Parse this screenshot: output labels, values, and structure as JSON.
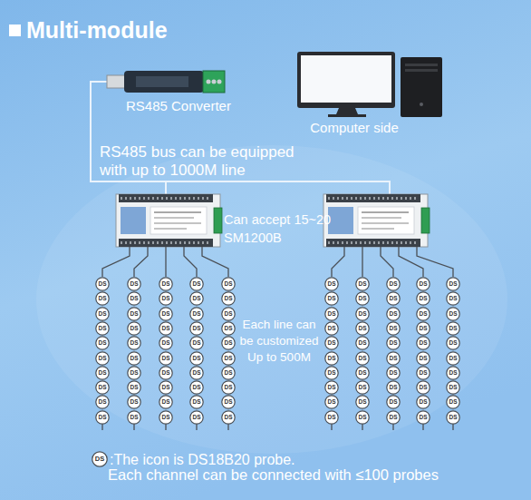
{
  "diagram": {
    "title": "Multi-module",
    "nodes": [
      {
        "text": [
          "RS485 Converter"
        ]
      },
      {
        "text": [
          "Computer side"
        ]
      },
      {
        "text": [
          "DS"
        ]
      },
      {
        "text": [
          "DS"
        ]
      },
      {
        "text": [
          "DS"
        ]
      },
      {
        "text": [
          "DS"
        ]
      },
      {
        "text": [
          "DS"
        ]
      },
      {
        "text": [
          "DS"
        ]
      },
      {
        "text": [
          "DS"
        ]
      },
      {
        "text": [
          "DS"
        ]
      },
      {
        "text": [
          "DS"
        ]
      },
      {
        "text": [
          "DS"
        ]
      },
      {
        "text": [
          "DS"
        ]
      },
      {
        "text": [
          "DS"
        ]
      },
      {
        "text": [
          "DS"
        ]
      },
      {
        "text": [
          "DS"
        ]
      },
      {
        "text": [
          "DS"
        ]
      },
      {
        "text": [
          "DS"
        ]
      },
      {
        "text": [
          "DS"
        ]
      },
      {
        "text": [
          "DS"
        ]
      },
      {
        "text": [
          "DS"
        ]
      },
      {
        "text": [
          "DS"
        ]
      },
      {
        "text": [
          "DS"
        ]
      },
      {
        "text": [
          "DS"
        ]
      },
      {
        "text": [
          "DS"
        ]
      },
      {
        "text": [
          "DS"
        ]
      },
      {
        "text": [
          "DS"
        ]
      },
      {
        "text": [
          "DS"
        ]
      },
      {
        "text": [
          "DS"
        ]
      },
      {
        "text": [
          "DS"
        ]
      },
      {
        "text": [
          "DS"
        ]
      },
      {
        "text": [
          "DS"
        ]
      },
      {
        "text": [
          "DS"
        ]
      },
      {
        "text": [
          "DS"
        ]
      },
      {
        "text": [
          "DS"
        ]
      },
      {
        "text": [
          "DS"
        ]
      },
      {
        "text": [
          "DS"
        ]
      },
      {
        "text": [
          "DS"
        ]
      },
      {
        "text": [
          "DS"
        ]
      },
      {
        "text": [
          "DS"
        ]
      },
      {
        "text": [
          "DS"
        ]
      },
      {
        "text": [
          "DS"
        ]
      },
      {
        "text": [
          "DS"
        ]
      },
      {
        "text": [
          "DS"
        ]
      },
      {
        "text": [
          "DS"
        ]
      },
      {
        "text": [
          "DS"
        ]
      },
      {
        "text": [
          "DS"
        ]
      },
      {
        "text": [
          "DS"
        ]
      },
      {
        "text": [
          "DS"
        ]
      },
      {
        "text": [
          "DS"
        ]
      },
      {
        "text": [
          "DS"
        ]
      },
      {
        "text": [
          "DS"
        ]
      },
      {
        "text": [
          "DS"
        ]
      },
      {
        "text": [
          "DS"
        ]
      },
      {
        "text": [
          "DS"
        ]
      },
      {
        "text": [
          "DS"
        ]
      },
      {
        "text": [
          "DS"
        ]
      },
      {
        "text": [
          "DS"
        ]
      },
      {
        "text": [
          "DS"
        ]
      },
      {
        "text": [
          "DS"
        ]
      },
      {
        "text": [
          "DS"
        ]
      },
      {
        "text": [
          "DS"
        ]
      },
      {
        "text": [
          "DS"
        ]
      },
      {
        "text": [
          "DS"
        ]
      },
      {
        "text": [
          "DS"
        ]
      },
      {
        "text": [
          "DS"
        ]
      },
      {
        "text": [
          "DS"
        ]
      },
      {
        "text": [
          "DS"
        ]
      },
      {
        "text": [
          "DS"
        ]
      },
      {
        "text": [
          "DS"
        ]
      },
      {
        "text": [
          "DS"
        ]
      },
      {
        "text": [
          "DS"
        ]
      },
      {
        "text": [
          "DS"
        ]
      },
      {
        "text": [
          "DS"
        ]
      },
      {
        "text": [
          "DS"
        ]
      },
      {
        "text": [
          "DS"
        ]
      },
      {
        "text": [
          "DS"
        ]
      },
      {
        "text": [
          "DS"
        ]
      },
      {
        "text": [
          "DS"
        ]
      },
      {
        "text": [
          "DS"
        ]
      },
      {
        "text": [
          "DS"
        ]
      },
      {
        "text": [
          "DS"
        ]
      },
      {
        "text": [
          "DS"
        ]
      },
      {
        "text": [
          "DS"
        ]
      },
      {
        "text": [
          "DS"
        ]
      },
      {
        "text": [
          "DS"
        ]
      },
      {
        "text": [
          "DS"
        ]
      },
      {
        "text": [
          "DS"
        ]
      },
      {
        "text": [
          "DS"
        ]
      },
      {
        "text": [
          "DS"
        ]
      },
      {
        "text": [
          "DS"
        ]
      },
      {
        "text": [
          "DS"
        ]
      },
      {
        "text": [
          "DS"
        ]
      },
      {
        "text": [
          "DS"
        ]
      },
      {
        "text": [
          "DS"
        ]
      },
      {
        "text": [
          "DS"
        ]
      },
      {
        "text": [
          "DS"
        ]
      },
      {
        "text": [
          "DS"
        ]
      },
      {
        "text": [
          "DS"
        ]
      },
      {
        "text": [
          "DS"
        ]
      },
      {
        "text": [
          "DS"
        ]
      },
      {
        "text": [
          "DS"
        ]
      },
      {
        "text": [
          "DS"
        ]
      }
    ],
    "edges": [
      {
        "from": 2,
        "to": 12,
        "arrow": "none"
      },
      {
        "from": 3,
        "to": 13,
        "arrow": "none"
      },
      {
        "from": 4,
        "to": 14,
        "arrow": "none"
      },
      {
        "from": 5,
        "to": 15,
        "arrow": "none"
      },
      {
        "from": 6,
        "to": 16,
        "arrow": "none"
      },
      {
        "from": 7,
        "to": 17,
        "arrow": "none"
      },
      {
        "from": 8,
        "to": 18,
        "arrow": "none"
      },
      {
        "from": 9,
        "to": 19,
        "arrow": "none"
      },
      {
        "from": 10,
        "to": 20,
        "arrow": "none"
      },
      {
        "from": 11,
        "to": 21,
        "arrow": "none"
      },
      {
        "from": 12,
        "to": 22,
        "arrow": "none"
      },
      {
        "from": 13,
        "to": 23,
        "arrow": "none"
      },
      {
        "from": 14,
        "to": 24,
        "arrow": "none"
      },
      {
        "from": 15,
        "to": 25,
        "arrow": "none"
      },
      {
        "from": 16,
        "to": 26,
        "arrow": "none"
      },
      {
        "from": 17,
        "to": 27,
        "arrow": "none"
      },
      {
        "from": 18,
        "to": 28,
        "arrow": "none"
      },
      {
        "from": 19,
        "to": 29,
        "arrow": "none"
      },
      {
        "from": 20,
        "to": 30,
        "arrow": "none"
      },
      {
        "from": 21,
        "to": 31,
        "arrow": "none"
      },
      {
        "from": 22,
        "to": 32,
        "arrow": "none"
      },
      {
        "from": 23,
        "to": 33,
        "arrow": "none"
      },
      {
        "from": 24,
        "to": 34,
        "arrow": "none"
      },
      {
        "from": 25,
        "to": 35,
        "arrow": "none"
      },
      {
        "from": 26,
        "to": 36,
        "arrow": "none"
      },
      {
        "from": 27,
        "to": 37,
        "arrow": "none"
      },
      {
        "from": 28,
        "to": 38,
        "arrow": "none"
      },
      {
        "from": 29,
        "to": 39,
        "arrow": "none"
      },
      {
        "from": 30,
        "to": 40,
        "arrow": "none"
      },
      {
        "from": 31,
        "to": 41,
        "arrow": "none"
      },
      {
        "from": 32,
        "to": 42,
        "arrow": "none"
      },
      {
        "from": 33,
        "to": 43,
        "arrow": "none"
      },
      {
        "from": 34,
        "to": 44,
        "arrow": "none"
      },
      {
        "from": 35,
        "to": 45,
        "arrow": "none"
      },
      {
        "from": 36,
        "to": 46,
        "arrow": "none"
      },
      {
        "from": 37,
        "to": 47,
        "arrow": "none"
      },
      {
        "from": 38,
        "to": 48,
        "arrow": "none"
      },
      {
        "from": 39,
        "to": 49,
        "arrow": "none"
      },
      {
        "from": 40,
        "to": 50,
        "arrow": "none"
      },
      {
        "from": 41,
        "to": 51,
        "arrow": "none"
      },
      {
        "from": 42,
        "to": 52,
        "arrow": "none"
      },
      {
        "from": 43,
        "to": 53,
        "arrow": "none"
      },
      {
        "from": 44,
        "to": 54,
        "arrow": "none"
      },
      {
        "from": 45,
        "to": 55,
        "arrow": "none"
      },
      {
        "from": 46,
        "to": 56,
        "arrow": "none"
      },
      {
        "from": 47,
        "to": 57,
        "arrow": "none"
      },
      {
        "from": 48,
        "to": 58,
        "arrow": "none"
      },
      {
        "from": 49,
        "to": 59,
        "arrow": "none"
      },
      {
        "from": 50,
        "to": 60,
        "arrow": "none"
      },
      {
        "from": 51,
        "to": 61,
        "arrow": "none"
      },
      {
        "from": 52,
        "to": 62,
        "arrow": "none"
      },
      {
        "from": 53,
        "to": 63,
        "arrow": "none"
      },
      {
        "from": 54,
        "to": 64,
        "arrow": "none"
      },
      {
        "from": 55,
        "to": 65,
        "arrow": "none"
      },
      {
        "from": 56,
        "to": 66,
        "arrow": "none"
      },
      {
        "from": 57,
        "to": 67,
        "arrow": "none"
      },
      {
        "from": 58,
        "to": 68,
        "arrow": "none"
      },
      {
        "from": 59,
        "to": 69,
        "arrow": "none"
      },
      {
        "from": 60,
        "to": 70,
        "arrow": "none"
      },
      {
        "from": 61,
        "to": 71,
        "arrow": "none"
      },
      {
        "from": 62,
        "to": 72,
        "arrow": "none"
      },
      {
        "from": 63,
        "to": 73,
        "arrow": "none"
      },
      {
        "from": 64,
        "to": 74,
        "arrow": "none"
      },
      {
        "from": 65,
        "to": 75,
        "arrow": "none"
      },
      {
        "from": 66,
        "to": 76,
        "arrow": "none"
      },
      {
        "from": 67,
        "to": 77,
        "arrow": "none"
      },
      {
        "from": 68,
        "to": 78,
        "arrow": "none"
      },
      {
        "from": 69,
        "to": 79,
        "arrow": "none"
      },
      {
        "from": 70,
        "to": 80,
        "arrow": "none"
      },
      {
        "from": 71,
        "to": 81,
        "arrow": "none"
      },
      {
        "from": 72,
        "to": 82,
        "arrow": "none"
      },
      {
        "from": 73,
        "to": 83,
        "arrow": "none"
      },
      {
        "from": 74,
        "to": 84,
        "arrow": "none"
      },
      {
        "from": 75,
        "to": 85,
        "arrow": "none"
      },
      {
        "from": 76,
        "to": 86,
        "arrow": "none"
      },
      {
        "from": 77,
        "to": 87,
        "arrow": "none"
      },
      {
        "from": 78,
        "to": 88,
        "arrow": "none"
      },
      {
        "from": 79,
        "to": 89,
        "arrow": "none"
      },
      {
        "from": 80,
        "to": 90,
        "arrow": "none"
      },
      {
        "from": 81,
        "to": 91,
        "arrow": "none"
      },
      {
        "from": 82,
        "to": 92,
        "arrow": "none"
      },
      {
        "from": 83,
        "to": 93,
        "arrow": "none"
      },
      {
        "from": 84,
        "to": 94,
        "arrow": "none"
      },
      {
        "from": 85,
        "to": 95,
        "arrow": "none"
      },
      {
        "from": 86,
        "to": 96,
        "arrow": "none"
      },
      {
        "from": 87,
        "to": 97,
        "arrow": "none"
      },
      {
        "from": 88,
        "to": 98,
        "arrow": "none"
      },
      {
        "from": 89,
        "to": 99,
        "arrow": "none"
      },
      {
        "from": 90,
        "to": 100,
        "arrow": "none"
      },
      {
        "from": 91,
        "to": 101,
        "arrow": "none"
      }
    ],
    "labels": [
      "RS485 bus can be equipped with up to 1000M line",
      "Can accept 15~20 SM1200B",
      "Each line can be customized Up to 500M",
      ":The icon is DS18B20 probe.",
      "Each channel can be connected with ≤100 probes"
    ]
  }
}
